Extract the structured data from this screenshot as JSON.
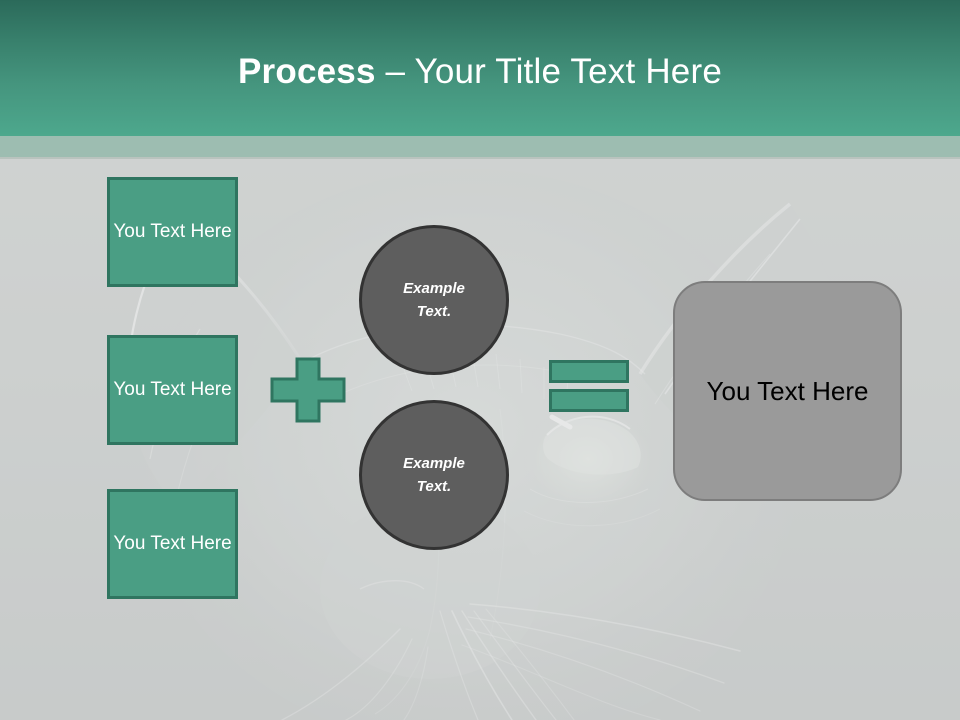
{
  "slide": {
    "title": {
      "strong": "Process",
      "light": " – Your Title Text Here"
    },
    "background_image": "cat-face-photo"
  },
  "colors": {
    "header_gradient_top": "#2b6a5a",
    "header_gradient_bottom": "#4da88d",
    "header_sub_band": "#9dbdb1",
    "accent_green": "#4a9e84",
    "accent_green_border": "#2f7560",
    "circle_gray": "#5e5e5e",
    "circle_border": "#333333",
    "result_gray": "#9a9a9a",
    "result_border": "#7d7d7d",
    "slide_background": "#c8cbca",
    "title_text": "#ffffff",
    "result_text": "#000000"
  },
  "input_boxes": [
    {
      "label": "You Text Here"
    },
    {
      "label": "You Text Here"
    },
    {
      "label": "You Text Here"
    }
  ],
  "operators": {
    "plus": "plus-sign",
    "equals": "equals-sign"
  },
  "circles": [
    {
      "line1": "Example",
      "line2": "Text."
    },
    {
      "line1": "Example",
      "line2": "Text."
    }
  ],
  "result": {
    "label": "You Text Here"
  }
}
